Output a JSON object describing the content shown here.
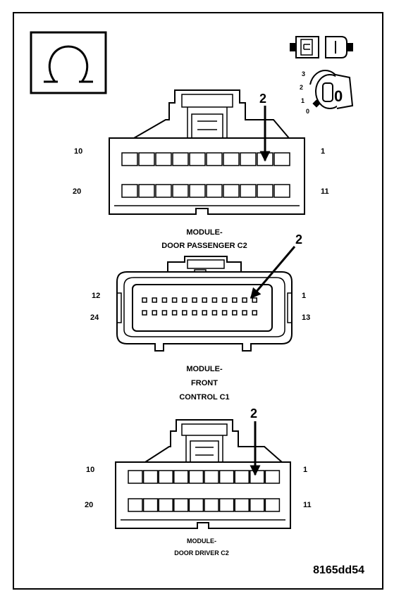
{
  "figure_id": "8165dd54",
  "symbols": {
    "ohm": "Ω",
    "key_numbers": [
      "3",
      "2",
      "1",
      "0"
    ],
    "key_glyph": "0"
  },
  "connectors": [
    {
      "id": "door-passenger-c2",
      "title_lines": [
        "MODULE-",
        "DOOR PASSENGER C2"
      ],
      "pin_labels": {
        "top_left": "10",
        "top_right": "1",
        "bottom_left": "20",
        "bottom_right": "11"
      },
      "pointer_label": "2"
    },
    {
      "id": "front-control-c1",
      "title_lines": [
        "MODULE-",
        "FRONT",
        "CONTROL C1"
      ],
      "pin_labels": {
        "top_left": "12",
        "top_right": "1",
        "bottom_left": "24",
        "bottom_right": "13"
      },
      "pointer_label": "2"
    },
    {
      "id": "door-driver-c2",
      "title_lines": [
        "MODULE-",
        "DOOR DRIVER C2"
      ],
      "pin_labels": {
        "top_left": "10",
        "top_right": "1",
        "bottom_left": "20",
        "bottom_right": "11"
      },
      "pointer_label": "2"
    }
  ]
}
